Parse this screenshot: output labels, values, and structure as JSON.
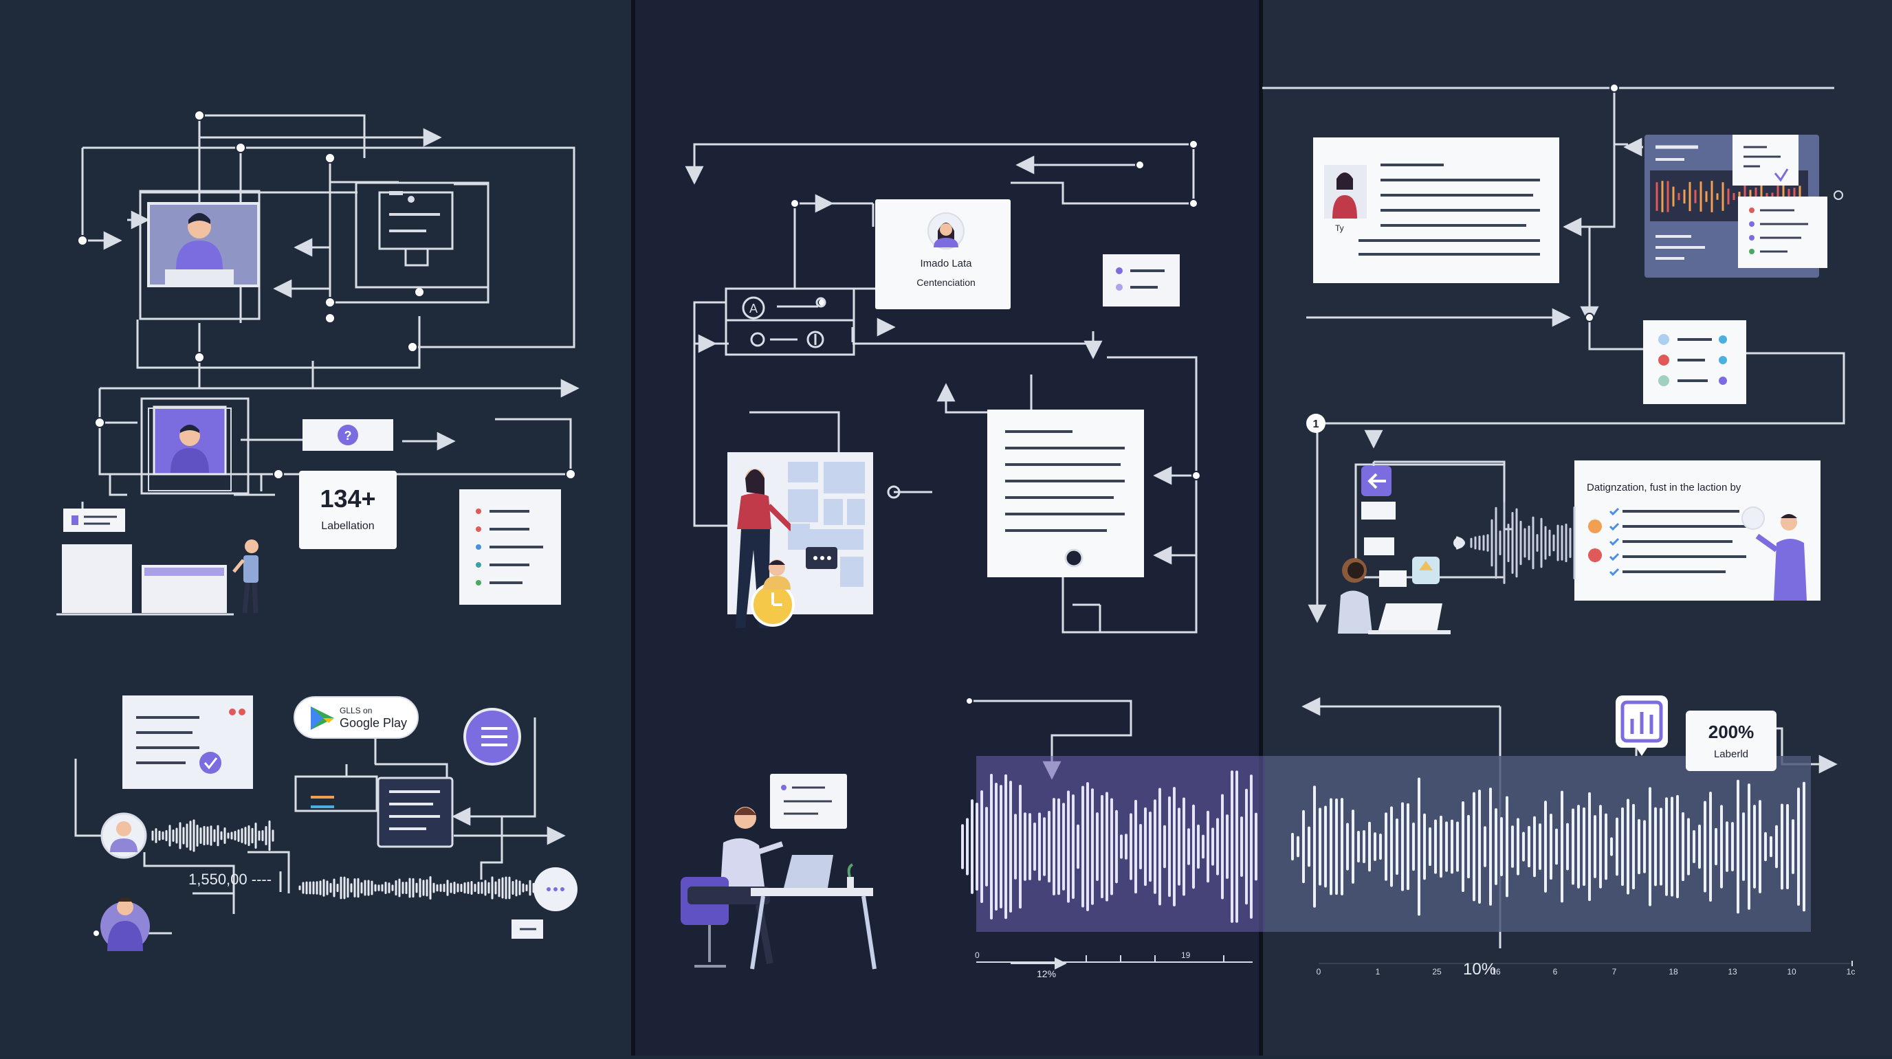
{
  "colors": {
    "panel_left": "#1f2a3a",
    "panel_middle": "#1b2236",
    "panel_right": "#222c3d",
    "divider": "#0d121d",
    "line": "#d9dde6",
    "accent": "#7b6ce0",
    "card": "#f4f5f9",
    "text_dark": "#1c2230",
    "wave_left_bg": "#6a5fb0",
    "wave_right_bg": "#4b5877"
  },
  "left_panel": {
    "stat_card": {
      "value": "134+",
      "label": "Labellation"
    },
    "store_badge": {
      "small": "GLLS on",
      "big": "Google Play"
    },
    "counter": "1,550,00 ----",
    "icons": [
      "user-avatar-icon",
      "checkmark-icon",
      "list-icon",
      "question-icon",
      "chat-bubble-icon"
    ]
  },
  "middle_panel": {
    "profile_card": {
      "line1": "Imado Lata",
      "line2": "Centenciation"
    },
    "timeline_axis": {
      "label": "12%",
      "ticks": [
        "0",
        "19"
      ]
    }
  },
  "right_panel": {
    "document_card": {
      "caption": "Ty"
    },
    "annotation_card": {
      "title": "Datignzation, fust in the laction by"
    },
    "stat_card": {
      "value": "200%",
      "label": "Laberld"
    },
    "step_badge": "1",
    "timeline_axis": {
      "highlight": "10%",
      "ticks": [
        "0",
        "1",
        "25",
        "16",
        "6",
        "7",
        "18",
        "13",
        "10",
        "1c"
      ]
    }
  }
}
